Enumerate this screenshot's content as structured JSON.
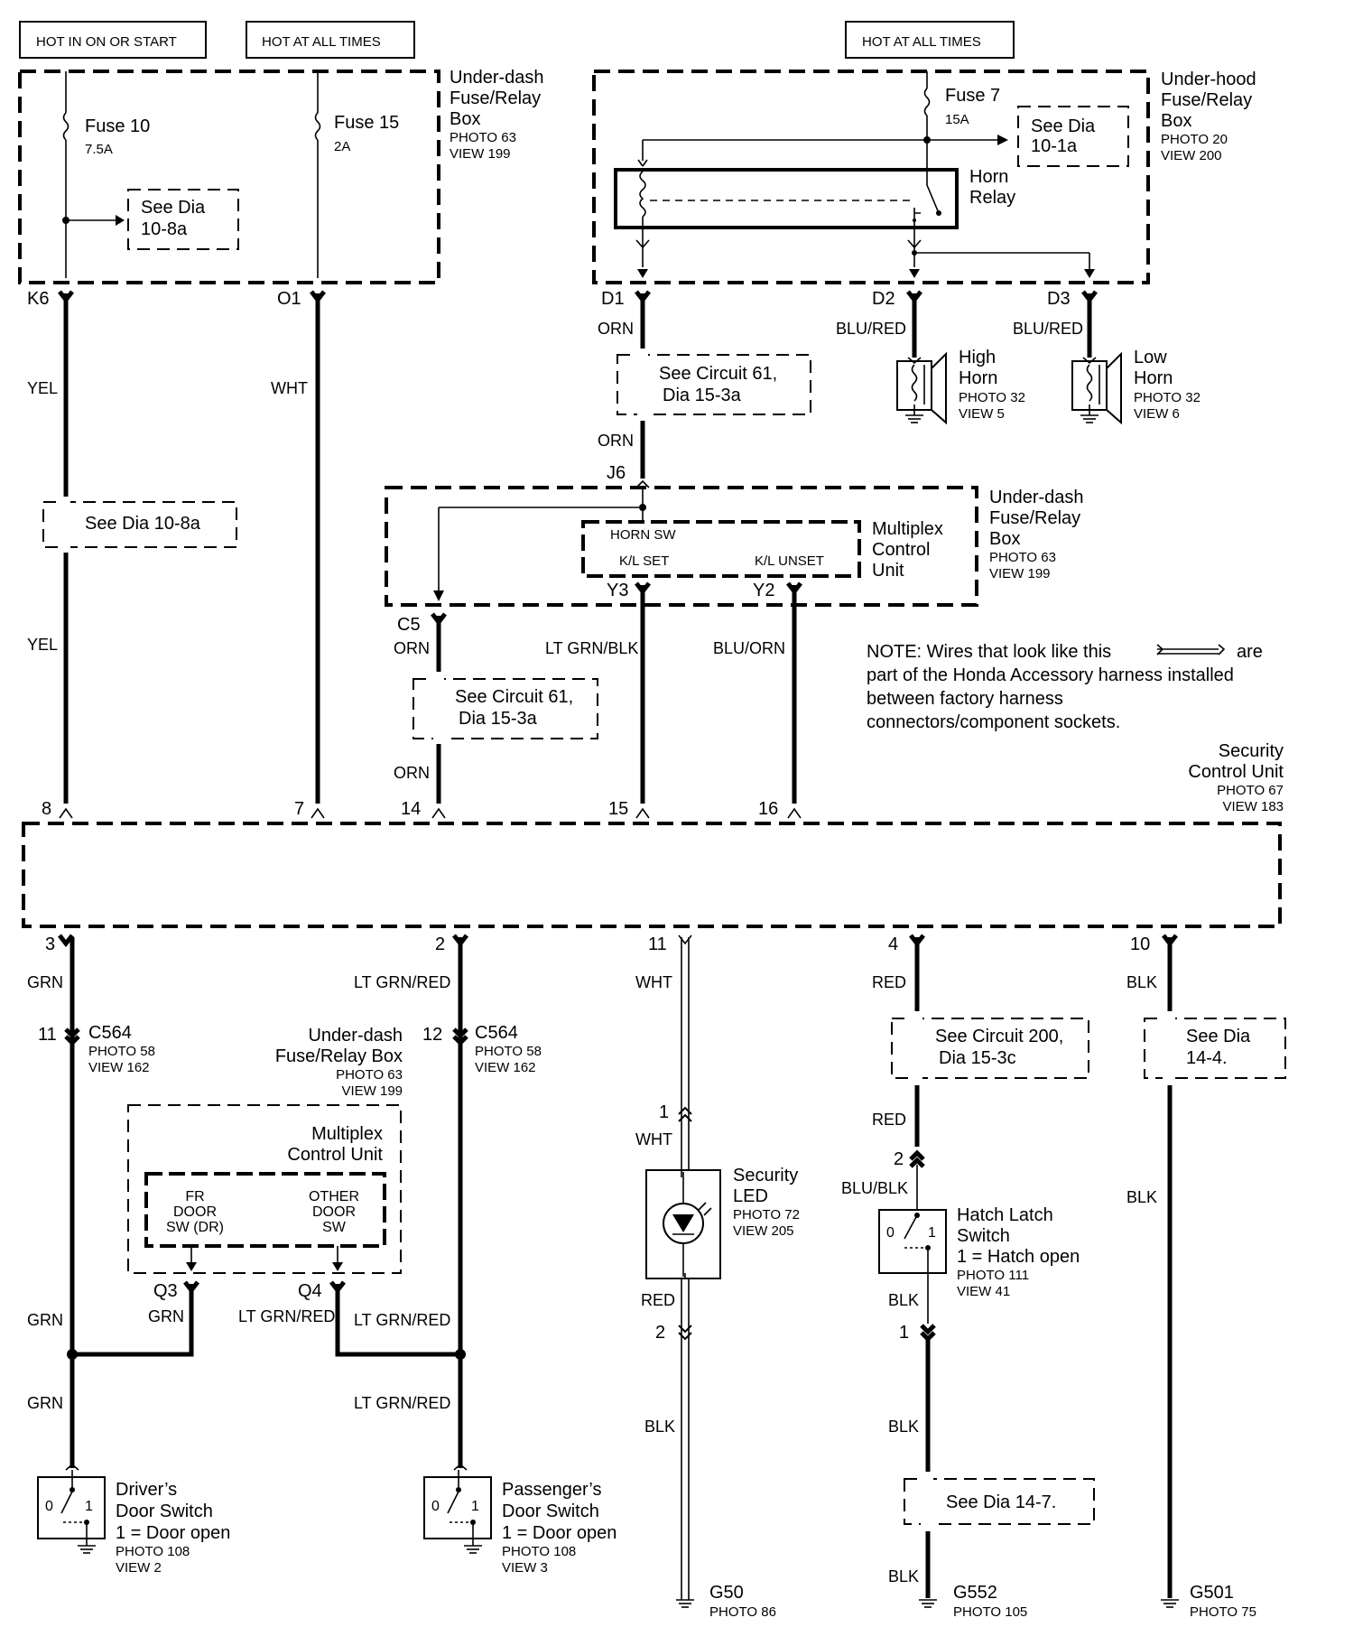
{
  "power": {
    "hot_on_start": "HOT IN ON OR START",
    "hot_always_1": "HOT AT ALL TIMES",
    "hot_always_2": "HOT AT ALL TIMES"
  },
  "underdash_box_top": {
    "name_l1": "Under-dash",
    "name_l2": "Fuse/Relay",
    "name_l3": "Box",
    "photo": "PHOTO 63",
    "view": "VIEW 199",
    "fuse10": "Fuse 10",
    "fuse10_amp": "7.5A",
    "fuse15": "Fuse 15",
    "fuse15_amp": "2A",
    "see_l1": "See Dia",
    "see_l2": "10-8a",
    "pin_k6": "K6",
    "pin_o1": "O1"
  },
  "underhood_box": {
    "name_l1": "Under-hood",
    "name_l2": "Fuse/Relay",
    "name_l3": "Box",
    "photo": "PHOTO 20",
    "view": "VIEW 200",
    "fuse7": "Fuse 7",
    "fuse7_amp": "15A",
    "see_l1": "See Dia",
    "see_l2": "10-1a",
    "relay_l1": "Horn",
    "relay_l2": "Relay",
    "pin_d1": "D1",
    "pin_d2": "D2",
    "pin_d3": "D3"
  },
  "horns": {
    "wire_d2": "BLU/RED",
    "wire_d3": "BLU/RED",
    "high_l1": "High",
    "high_l2": "Horn",
    "high_photo": "PHOTO 32",
    "high_view": "VIEW 5",
    "low_l1": "Low",
    "low_l2": "Horn",
    "low_photo": "PHOTO 32",
    "low_view": "VIEW 6"
  },
  "wires_top": {
    "yel_1": "YEL",
    "yel_2": "YEL",
    "wht": "WHT",
    "orn_1": "ORN",
    "orn_2": "ORN",
    "orn_3": "ORN",
    "orn_4": "ORN",
    "ltgrnblk": "LT GRN/BLK",
    "bluorn": "BLU/ORN",
    "see_dia_108a": "See Dia 10-8a",
    "see_circ61_l1": "See Circuit 61,",
    "see_circ61_l2": "Dia 15-3a",
    "see_circ61b_l1": "See Circuit 61,",
    "see_circ61b_l2": "Dia 15-3a",
    "pin_j6": "J6"
  },
  "underdash_box_mid": {
    "name_l1": "Under-dash",
    "name_l2": "Fuse/Relay",
    "name_l3": "Box",
    "photo": "PHOTO 63",
    "view": "VIEW 199",
    "mcu_l1": "Multiplex",
    "mcu_l2": "Control",
    "mcu_l3": "Unit",
    "horn_sw": "HORN SW",
    "kl_set": "K/L SET",
    "kl_unset": "K/L UNSET",
    "pin_c5": "C5",
    "pin_y3": "Y3",
    "pin_y2": "Y2"
  },
  "note": {
    "l1a": "NOTE: Wires that look like this",
    "l1b": "are",
    "l2": "part of the Honda Accessory harness installed",
    "l3": "between factory harness",
    "l4": "connectors/component sockets."
  },
  "scu": {
    "name_l1": "Security",
    "name_l2": "Control Unit",
    "photo": "PHOTO 67",
    "view": "VIEW 183",
    "top_pins": [
      "8",
      "7",
      "14",
      "15",
      "16"
    ],
    "bottom_pins": [
      "3",
      "2",
      "11",
      "4",
      "10"
    ]
  },
  "bottom_left": {
    "grn_1": "GRN",
    "grn_2": "GRN",
    "grn_3": "GRN",
    "grn_4": "GRN",
    "ltgrnred_1": "LT GRN/RED",
    "ltgrnred_2": "LT GRN/RED",
    "ltgrnred_3": "LT GRN/RED",
    "ltgrnred_4": "LT GRN/RED",
    "c564_pin_a": "11",
    "c564_a": "C564",
    "c564_a_photo": "PHOTO 58",
    "c564_a_view": "VIEW 162",
    "c564_pin_b": "12",
    "c564_b": "C564",
    "c564_b_photo": "PHOTO 58",
    "c564_b_view": "VIEW 162",
    "ud_l1": "Under-dash",
    "ud_l2": "Fuse/Relay Box",
    "ud_photo": "PHOTO 63",
    "ud_view": "VIEW 199",
    "mcu_l1": "Multiplex",
    "mcu_l2": "Control Unit",
    "fr_l1": "FR",
    "fr_l2": "DOOR",
    "fr_l3": "SW (DR)",
    "other_l1": "OTHER",
    "other_l2": "DOOR",
    "other_l3": "SW",
    "pin_q3": "Q3",
    "pin_q4": "Q4",
    "drv_l1": "Driver’s",
    "drv_l2": "Door Switch",
    "drv_l3": "1 = Door open",
    "drv_photo": "PHOTO 108",
    "drv_view": "VIEW 2",
    "pas_l1": "Passenger’s",
    "pas_l2": "Door Switch",
    "pas_l3": "1 = Door open",
    "pas_photo": "PHOTO 108",
    "pas_view": "VIEW 3",
    "sw_0": "0",
    "sw_1": "1"
  },
  "bottom_mid": {
    "wht_1": "WHT",
    "wht_2": "WHT",
    "red": "RED",
    "blk": "BLK",
    "pin_1": "1",
    "pin_2": "2",
    "led_l1": "Security",
    "led_l2": "LED",
    "led_photo": "PHOTO 72",
    "led_view": "VIEW 205",
    "g50": "G50",
    "g50_photo": "PHOTO 86"
  },
  "bottom_right": {
    "red_1": "RED",
    "red_2": "RED",
    "blublk": "BLU/BLK",
    "blk_1": "BLK",
    "blk_2": "BLK",
    "blk_3": "BLK",
    "see_c200_l1": "See Circuit 200,",
    "see_c200_l2": "Dia 15-3c",
    "pin_2": "2",
    "pin_1": "1",
    "hatch_l1": "Hatch Latch",
    "hatch_l2": "Switch",
    "hatch_l3": "1 = Hatch open",
    "hatch_photo": "PHOTO 111",
    "hatch_view": "VIEW 41",
    "sw_0": "0",
    "sw_1": "1",
    "see_147_l1": "See Dia 14-7.",
    "g552": "G552",
    "g552_photo": "PHOTO 105",
    "blk_10a": "BLK",
    "blk_10b": "BLK",
    "see_144_l1": "See Dia",
    "see_144_l2": "14-4.",
    "g501": "G501",
    "g501_photo": "PHOTO 75"
  }
}
